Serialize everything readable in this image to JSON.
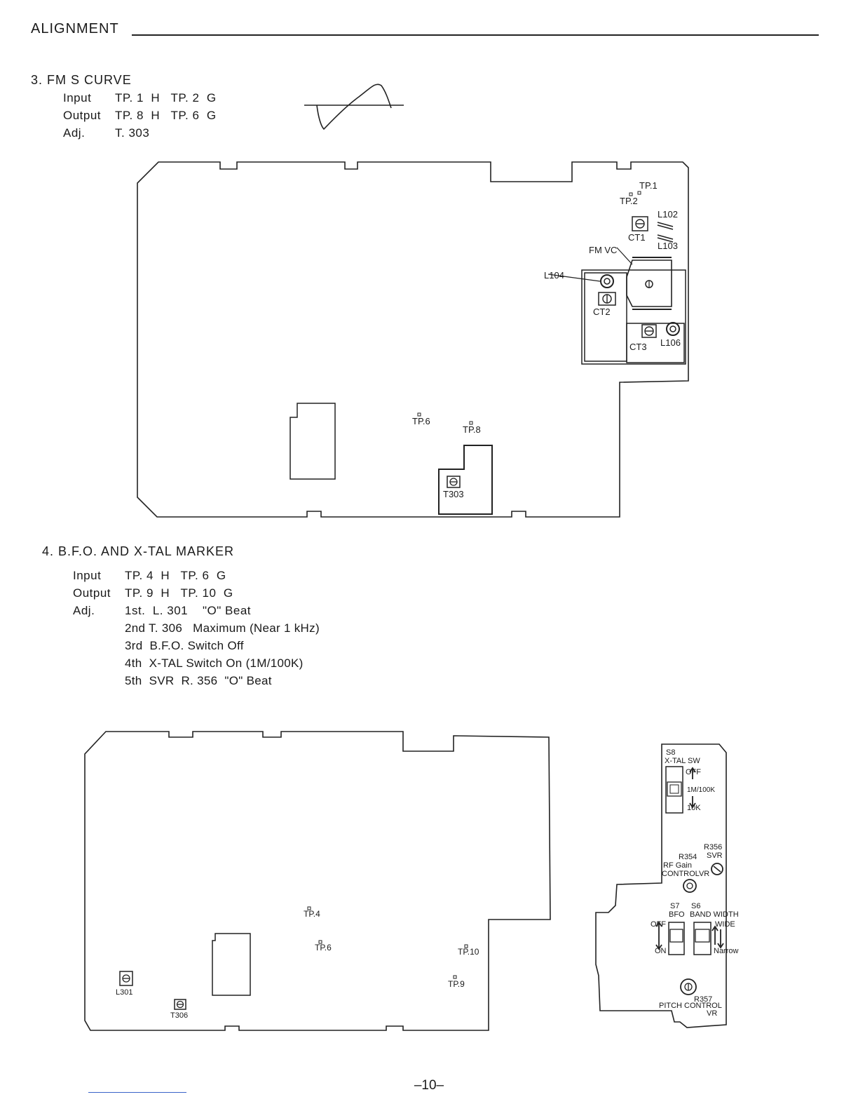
{
  "header": {
    "title": "ALIGNMENT"
  },
  "section3": {
    "title": "3. FM S CURVE",
    "specs": [
      {
        "key": "Input",
        "value": "TP. 1  H   TP. 2  G"
      },
      {
        "key": "Output",
        "value": "TP. 8  H   TP. 6  G"
      },
      {
        "key": "Adj.",
        "value": "T. 303"
      }
    ],
    "labels": {
      "tp1": "TP.1",
      "tp2": "TP.2",
      "l102": "L102",
      "ct1": "CT1",
      "l103": "L103",
      "fmvc": "FM VC",
      "l104": "L104",
      "ct2": "CT2",
      "ct3": "CT3",
      "l106": "L106",
      "tp6": "TP.6",
      "tp8": "TP.8",
      "t303": "T303"
    }
  },
  "section4": {
    "title": "4. B.F.O. AND X-TAL MARKER",
    "specs": [
      {
        "key": "Input",
        "value": "TP. 4  H   TP. 6  G"
      },
      {
        "key": "Output",
        "value": "TP. 9  H   TP. 10  G"
      },
      {
        "key": "Adj.",
        "value": "1st.  L. 301    \"O\" Beat"
      }
    ],
    "adj_steps": [
      "2nd T. 306   Maximum (Near 1 kHz)",
      "3rd  B.F.O. Switch Off",
      "4th  X-TAL Switch On (1M/100K)",
      "5th  SVR  R. 356  \"O\" Beat"
    ],
    "labels": {
      "tp4": "TP.4",
      "tp6": "TP.6",
      "tp10": "TP.10",
      "tp9": "TP.9",
      "l301": "L301",
      "t306": "T306"
    },
    "panel": {
      "s8": "S8",
      "xtal_sw": "X-TAL SW",
      "off": "OFF",
      "m100k": "1M/100K",
      "k10": "10K",
      "r356": "R356",
      "svr": "SVR",
      "r354": "R354",
      "rf_gain": "RF Gain",
      "control_vr": "CONTROLVR",
      "s7": "S7",
      "s6": "S6",
      "bfo": "BFO",
      "band_width": "BAND WIDTH",
      "bfo_off": "OFF",
      "bfo_on": "ON",
      "wide": "WIDE",
      "narrow": "Narrow",
      "r357": "R357",
      "pitch_control": "PITCH CONTROL",
      "vr": "VR"
    }
  },
  "footer": {
    "page": "–10–"
  }
}
